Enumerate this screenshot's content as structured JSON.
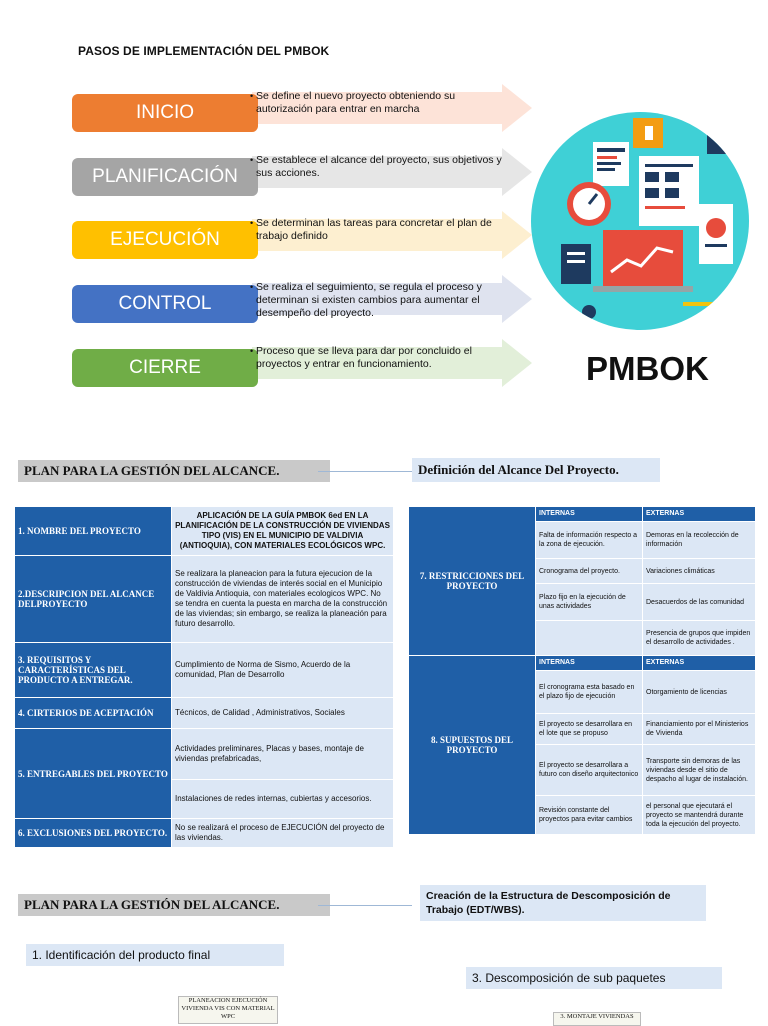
{
  "page_title": "PASOS DE IMPLEMENTACIÓN DEL PMBOK",
  "steps": [
    {
      "label": "INICIO",
      "color": "#ed7d31",
      "desc": "Se define el nuevo proyecto obteniendo su autorización para entrar en marcha"
    },
    {
      "label": "PLANIFICACIÓN",
      "color": "#a5a5a5",
      "desc": "Se establece el alcance del proyecto, sus objetivos y sus acciones."
    },
    {
      "label": "EJECUCIÓN",
      "color": "#ffc000",
      "desc": "Se determinan las tareas para concretar el plan de trabajo definido"
    },
    {
      "label": "CONTROL",
      "color": "#4472c4",
      "desc": "Se realiza el seguimiento, se regula el proceso y determinan si existen cambios para aumentar el desempeño del proyecto."
    },
    {
      "label": "CIERRE",
      "color": "#70ad47",
      "desc": "Proceso que se lleva para dar por concluido el proyectos y entrar en funcionamiento."
    }
  ],
  "pmbok_label": "PMBOK",
  "section2": {
    "banner": "PLAN PARA LA GESTIÓN DEL ALCANCE.",
    "subtitle": "Definición del Alcance Del Proyecto."
  },
  "left_table": [
    {
      "label": "1. NOMBRE DEL PROYECTO",
      "value": "APLICACIÓN DE LA GUÍA PMBOK 6ed EN LA PLANIFICACIÓN DE LA CONSTRUCCIÓN DE VIVIENDAS TIPO (VIS) EN EL MUNICIPIO DE VALDIVIA (ANTIOQUIA), CON MATERIALES ECOLÓGICOS WPC."
    },
    {
      "label": "2.DESCRIPCION DEL ALCANCE DELPROYECTO",
      "value": "Se realizara la planeacion para la futura ejecucion de la construcción de viviendas de interés social en el Municipio de Valdivia Antioquia, con materiales ecologicos WPC. No se tendra en cuenta la puesta en marcha de la construcción de las viviendas; sin embargo, se realiza la planeación para futuro desarrollo."
    },
    {
      "label": "3. REQUISITOS Y CARACTERÍSTICAS DEL PRODUCTO A ENTREGAR.",
      "value": "Cumplimiento de Norma de Sismo, Acuerdo de la comunidad, Plan de Desarrollo"
    },
    {
      "label": "4. CIRTERIOS DE ACEPTACIÓN",
      "value": "Técnicos, de Calidad , Administrativos, Sociales"
    },
    {
      "label": "5. ENTREGABLES DEL PROYECTO",
      "value": "Actividades preliminares, Placas y bases, montaje de viviendas prefabricadas,",
      "value2": "Instalaciones de redes internas, cubiertas y accesorios."
    },
    {
      "label": "6. EXCLUSIONES DEL PROYECTO.",
      "value": "No se realizará el proceso de EJECUCIÓN del proyecto de las viviendas."
    }
  ],
  "right_table": {
    "col_internas": "INTERNAS",
    "col_externas": "EXTERNAS",
    "restricciones": {
      "label": "7. RESTRICCIONES DEL PROYECTO",
      "rows": [
        [
          "Falta de información respecto a la zona de ejecución.",
          "Demoras en la recolección de información"
        ],
        [
          "Cronograma del proyecto.",
          "Variaciones climáticas"
        ],
        [
          "Plazo fijo en la ejecución de unas actividades",
          "Desacuerdos de las comunidad"
        ],
        [
          "",
          "Presencia de grupos que impiden el desarrollo de actividades ."
        ]
      ]
    },
    "supuestos": {
      "label": "8. SUPUESTOS DEL PROYECTO",
      "rows": [
        [
          "El cronograma esta basado en el plazo fijo de ejecución",
          "Otorgamiento de licencias"
        ],
        [
          "El proyecto se desarrollara en el lote que se propuso",
          "Financiamiento por el Ministerios de Vivienda"
        ],
        [
          "El proyecto se desarrollara a futuro con diseño arquitectonico",
          "Transporte sin demoras de las viviendas desde el sitio de despacho al lugar de instalación."
        ],
        [
          "Revisión constante del proyectos para evitar cambios",
          "el personal que ejecutará el proyecto se mantendrá durante toda la ejecución del proyecto."
        ]
      ]
    }
  },
  "section3": {
    "banner": "PLAN PARA LA GESTIÓN DEL ALCANCE.",
    "subtitle": "Creación de la Estructura de Descomposición de Trabajo (EDT/WBS).",
    "step1": "1. Identificación del producto final",
    "step3": "3. Descomposición de sub paquetes",
    "node1": "PLANEACION EJECUCIÓN VIVIENDA VIS CON MATERIAL WPC",
    "node2": "3. MONTAJE VIVIENDAS"
  }
}
